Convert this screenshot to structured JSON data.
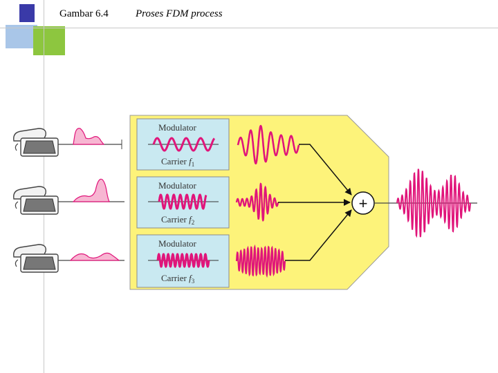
{
  "header": {
    "figure_number": "Gambar 6.4",
    "caption": "Proses FDM process"
  },
  "modulators": [
    {
      "label": "Modulator",
      "carrier_label": "Carrier",
      "carrier_symbol": "f",
      "carrier_sub": "1"
    },
    {
      "label": "Modulator",
      "carrier_label": "Carrier",
      "carrier_symbol": "f",
      "carrier_sub": "2"
    },
    {
      "label": "Modulator",
      "carrier_label": "Carrier",
      "carrier_symbol": "f",
      "carrier_sub": "3"
    }
  ],
  "summer_symbol": "+",
  "colors": {
    "panel": "#fdf37a",
    "modulator_box": "#c9e9f1",
    "wave": "#e0157a",
    "signal_fill": "#f7b6d2",
    "accent_blue": "#3a3aa8",
    "accent_green": "#8dc63f"
  }
}
